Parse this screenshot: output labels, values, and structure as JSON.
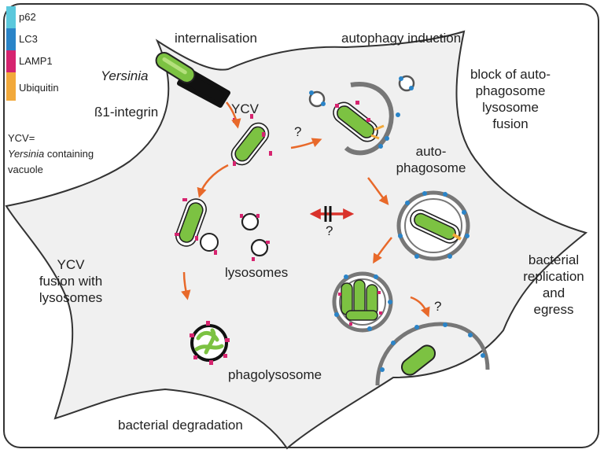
{
  "legend": [
    {
      "label": "p62",
      "color": "#5bc8dc"
    },
    {
      "label": "LC3",
      "color": "#2a84c8"
    },
    {
      "label": "LAMP1",
      "color": "#d6246f"
    },
    {
      "label": "Ubiquitin",
      "color": "#f2a93b"
    }
  ],
  "note": {
    "line1": "YCV=",
    "italic": "Yersinia",
    "rest": " containing",
    "line3": "vacuole"
  },
  "labels": {
    "internalisation": "internalisation",
    "autophagy_induction": "autophagy induction",
    "block_line1": "block of auto-",
    "block_line2": "phagosome",
    "block_line3": "lysosome",
    "block_line4": "fusion",
    "yersinia": "Yersinia",
    "integrin": "ß1-integrin",
    "ycv": "YCV",
    "autophagosome_line1": "auto-",
    "autophagosome_line2": "phagosome",
    "fusion_line1": "YCV",
    "fusion_line2": "fusion with",
    "fusion_line3": "lysosomes",
    "lysosomes": "lysosomes",
    "phagolysosome": "phagolysosome",
    "replication_line1": "bacterial",
    "replication_line2": "replication",
    "replication_line3": "and",
    "replication_line4": "egress",
    "degradation": "bacterial degradation",
    "question": "?"
  },
  "colors": {
    "bacterium": "#7cc242",
    "arrow": "#e8692a",
    "block_arrow": "#d9322b",
    "membrane": "#999999"
  }
}
